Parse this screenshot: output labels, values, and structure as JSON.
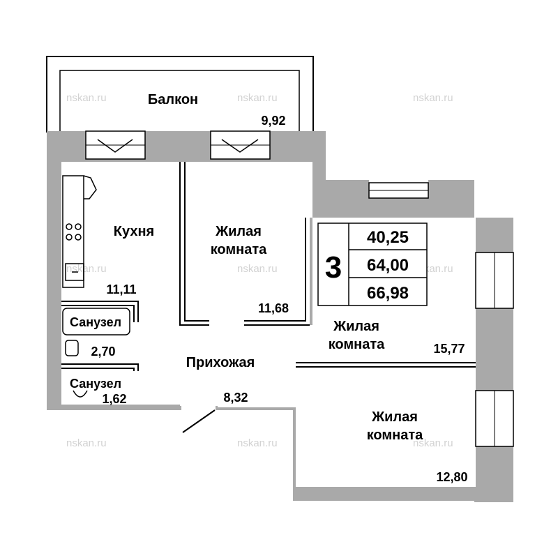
{
  "watermark": "nskan.ru",
  "colors": {
    "wall": "#a9a9a9",
    "line": "#000000",
    "watermark": "#d2d2d2"
  },
  "summary": {
    "rooms_count": "3",
    "living_area": "40,25",
    "total_area": "64,00",
    "total_with_balcony": "66,98"
  },
  "rooms": {
    "balcony": {
      "name": "Балкон",
      "area": "9,92"
    },
    "kitchen": {
      "name": "Кухня",
      "area": "11,11"
    },
    "living1": {
      "name_line1": "Жилая",
      "name_line2": "комната",
      "area": "11,68"
    },
    "living2": {
      "name_line1": "Жилая",
      "name_line2": "комната",
      "area": "15,77"
    },
    "living3": {
      "name_line1": "Жилая",
      "name_line2": "комната",
      "area": "12,80"
    },
    "bath1": {
      "name": "Санузел",
      "area": "2,70"
    },
    "bath2": {
      "name": "Санузел",
      "area": "1,62"
    },
    "hall": {
      "name": "Прихожая",
      "area": "8,32"
    }
  }
}
